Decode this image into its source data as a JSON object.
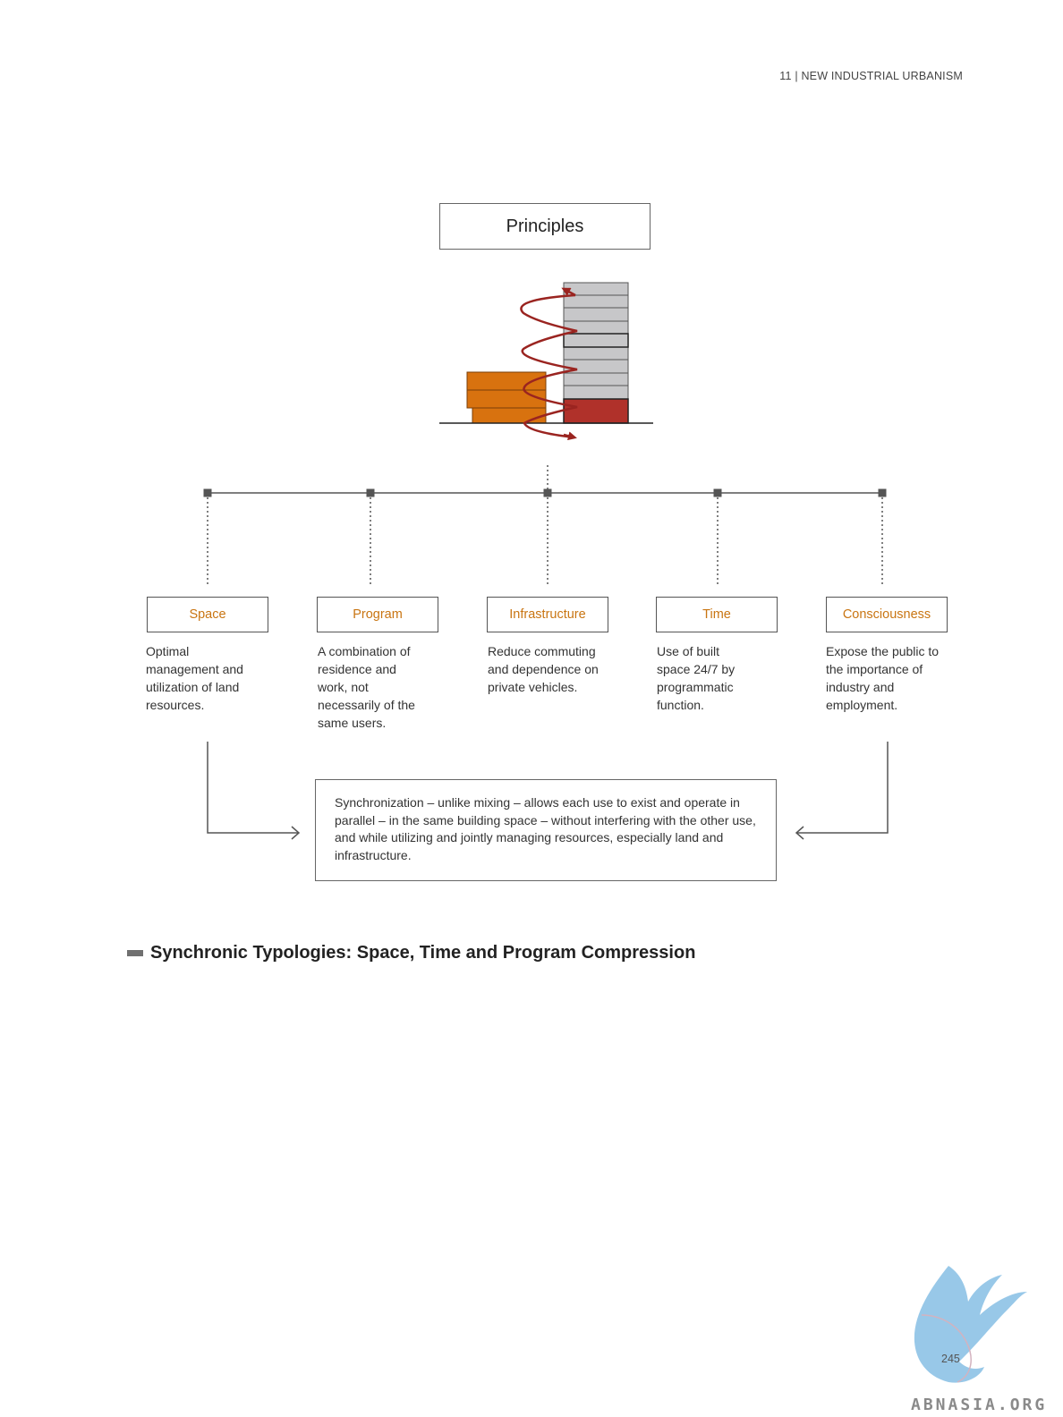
{
  "header": {
    "running_head": "11 | NEW INDUSTRIAL URBANISM"
  },
  "diagram": {
    "title": "Principles",
    "categories": [
      {
        "label": "Space",
        "description": "Optimal management and utilization of land resources."
      },
      {
        "label": "Program",
        "description": "A combination of residence and work, not necessarily of the same users."
      },
      {
        "label": "Infrastructure",
        "description": "Reduce commuting and dependence on private vehicles."
      },
      {
        "label": "Time",
        "description": "Use of built space 24/7 by programmatic function."
      },
      {
        "label": "Consciousness",
        "description": "Expose the public to the importance of industry and employment."
      }
    ],
    "synchronization": "Synchronization – unlike mixing – allows each use to exist and operate in parallel – in the same building space – without interfering with the other use, and while utilizing and jointly managing resources, especially land and infrastructure.",
    "colors": {
      "accent": "#c97512",
      "orange_block": "#d8720f",
      "red_block": "#b0312a",
      "grey_block": "#c7c7c9",
      "arrow": "#9a2420"
    }
  },
  "section": {
    "heading": "Synchronic Typologies: Space, Time and Program Compression"
  },
  "footer": {
    "page_number": "245",
    "watermark": "ABNASIA.ORG"
  }
}
